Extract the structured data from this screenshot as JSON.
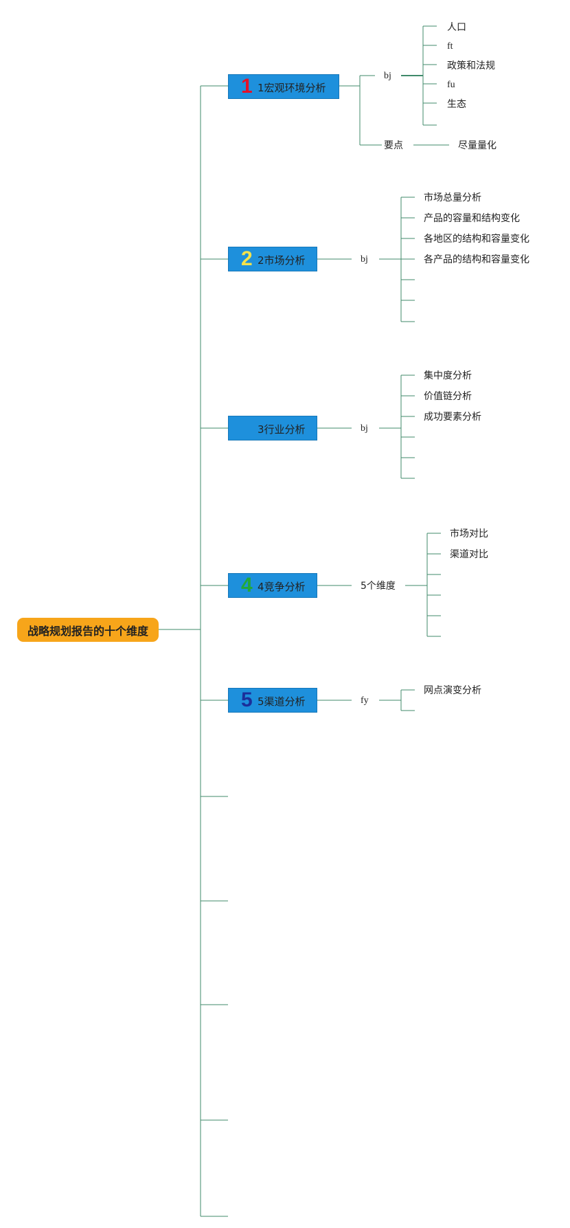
{
  "root": {
    "label": "战略规划报告的十个维度"
  },
  "topics": [
    {
      "number": "1",
      "number_color": "#e4122a",
      "label": "1宏观环境分析",
      "children": [
        {
          "label": "bj",
          "leaves": [
            "人口",
            "ft",
            "政策和法规",
            "fu",
            "生态"
          ]
        },
        {
          "label": "要点",
          "leaves": [
            "尽量量化"
          ]
        }
      ]
    },
    {
      "number": "2",
      "number_color": "#f4e24c",
      "label": "2市场分析",
      "children": [
        {
          "label": "bj",
          "leaves": [
            "市场总量分析",
            "产品的容量和结构变化",
            "各地区的结构和容量变化",
            "各产品的结构和容量变化"
          ]
        }
      ]
    },
    {
      "number": "",
      "number_color": "",
      "label": "3行业分析",
      "children": [
        {
          "label": "bj",
          "leaves": [
            "集中度分析",
            "价值链分析",
            "成功要素分析"
          ]
        }
      ]
    },
    {
      "number": "4",
      "number_color": "#22a83a",
      "label": "4竞争分析",
      "children": [
        {
          "label": "5个维度",
          "leaves": [
            "市场对比",
            "渠道对比"
          ]
        }
      ]
    },
    {
      "number": "5",
      "number_color": "#1b2f9a",
      "label": "5渠道分析",
      "children": [
        {
          "label": "fy",
          "leaves": [
            "网点演变分析"
          ]
        }
      ]
    }
  ],
  "colors": {
    "root_bg": "#f7a51a",
    "topic_bg": "#1e90dc",
    "connector": "#3f8a6a"
  }
}
